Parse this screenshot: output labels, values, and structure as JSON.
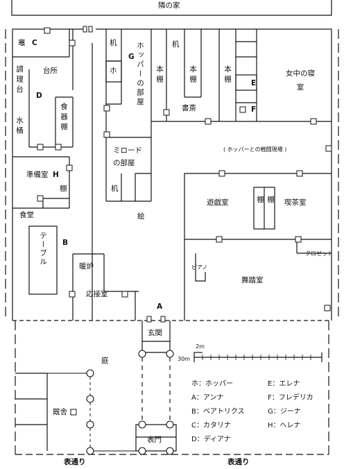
{
  "labels": {
    "neighbor": "隣の家",
    "kamado": "竈",
    "c": "C",
    "kitchen": "台所",
    "cooking": "調理台",
    "d": "D",
    "water": "水桶",
    "cupboard": "食器棚",
    "desk1": "机",
    "ho_box": "ホ",
    "g": "G",
    "hopper_room": "ホッパーの部屋",
    "shelf1": "本棚",
    "desk2": "机",
    "shelf2": "本棚",
    "shelf3": "本棚",
    "study": "書斎",
    "maid_room": "女中の寝室",
    "e": "E",
    "f": "F",
    "crime_scene": "( ホッパーとの戦闘現場 )",
    "milord_room": "ミロードの部屋",
    "prep_room": "準備室",
    "h": "H",
    "shelf4": "棚",
    "desk3": "机",
    "painting": "絵",
    "dining": "食堂",
    "game_room": "遊戯室",
    "shelf5": "棚",
    "shelf6": "棚",
    "tea_room": "喫茶室",
    "closet": "クロゼット",
    "table": "テーブル",
    "b": "B",
    "fireplace": "暖炉",
    "piano": "ピアノ",
    "ballroom": "舞踏室",
    "reception": "応接室",
    "a": "A",
    "entrance": "玄関",
    "garden": "庭",
    "stable": "厩舎",
    "gate": "表門",
    "street_left": "表通り",
    "street_right": "表通り",
    "scale_2m": "2m",
    "scale_30m": "30m"
  },
  "legend": [
    "ホ：ホッパー",
    "A：アンナ",
    "B：ベアトリクス",
    "C：カタリナ",
    "D：ディアナ",
    "E：エレナ",
    "F：フレデリカ",
    "G：ジーナ",
    "H：ヘレナ"
  ]
}
